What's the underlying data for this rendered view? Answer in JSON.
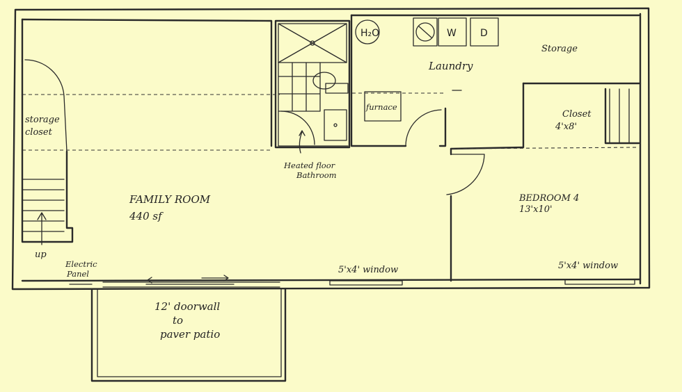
{
  "rooms": {
    "family_room": {
      "name": "FAMILY ROOM",
      "size": "440 sf"
    },
    "bedroom": {
      "name": "BEDROOM 4",
      "size": "13'x10'"
    },
    "closet": {
      "name": "Closet",
      "size": "4'x8'"
    },
    "laundry": {
      "name": "Laundry"
    },
    "storage": {
      "name": "Storage"
    },
    "storage_closet": {
      "line1": "storage",
      "line2": "closet"
    },
    "bathroom": {
      "line1": "Heated floor",
      "line2": "Bathroom"
    }
  },
  "fixtures": {
    "water_heater": "H₂O",
    "washer": "W",
    "dryer": "D",
    "furnace": "furnace",
    "electric_panel": {
      "line1": "Electric",
      "line2": "Panel"
    },
    "stairs": "up"
  },
  "windows": {
    "family_room_window": "5'x4' window",
    "bedroom_window": "5'x4' window"
  },
  "patio": {
    "line1": "12' doorwall",
    "line2": "to",
    "line3": "paver patio"
  }
}
